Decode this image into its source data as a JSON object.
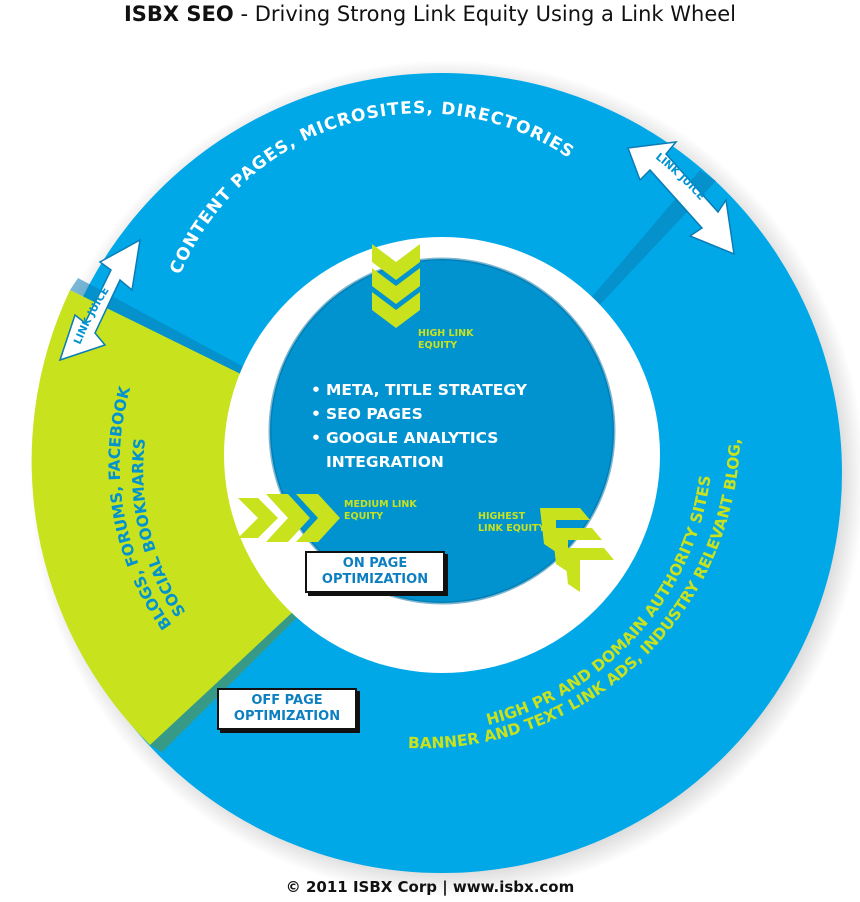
{
  "title": {
    "brand": "ISBX SEO",
    "rest": "- Driving Strong Link Equity Using a Link Wheel"
  },
  "wheel": {
    "arc_content": "CONTENT PAGES, MICROSITES, DIRECTORIES",
    "arc_blogs_1": "BLOGS, FORUMS, FACEBOOK",
    "arc_blogs_2": "SOCIAL BOOKMARKS",
    "arc_highpr_1": "HIGH PR AND DOMAIN AUTHORITY SITES",
    "arc_highpr_2": "BANNER AND TEXT LINK ADS, INDUSTRY RELEVANT BLOG,",
    "link_juice": "LINK JUICE",
    "high_link_equity": [
      "HIGH LINK",
      "EQUITY"
    ],
    "medium_link_equity": [
      "MEDIUM LINK",
      "EQUITY"
    ],
    "highest_link_equity": [
      "HIGHEST",
      "LINK EQUITY"
    ],
    "on_page": [
      "ON PAGE",
      "OPTIMIZATION"
    ],
    "off_page": [
      "OFF PAGE",
      "OPTIMIZATION"
    ]
  },
  "center_items": [
    "META, TITLE STRATEGY",
    "SEO PAGES",
    "GOOGLE ANALYTICS",
    "INTEGRATION"
  ],
  "footer": "© 2011 ISBX Corp | www.isbx.com",
  "colors": {
    "blue": "#00a8e8",
    "blue_dark": "#0093d0",
    "green": "#c9e21e",
    "white": "#ffffff",
    "text_dark": "#111111"
  }
}
